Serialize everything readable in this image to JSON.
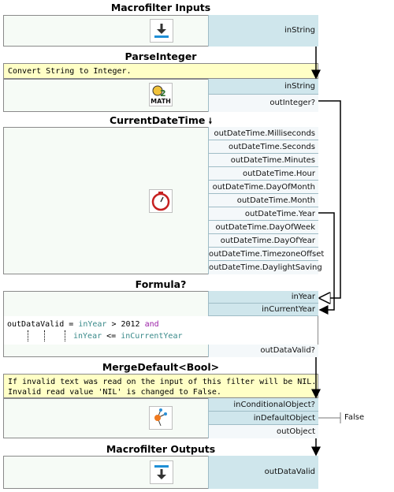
{
  "blocks": {
    "macro_inputs": {
      "title": "Macrofilter Inputs",
      "ports_in": [
        "inString"
      ]
    },
    "parse_integer": {
      "title": "ParseInteger",
      "note": "Convert String to Integer.",
      "icon_text": "MATH",
      "ports_in": [
        "inString"
      ],
      "ports_out": [
        "outInteger?"
      ]
    },
    "current_datetime": {
      "title": "CurrentDateTime",
      "title_arrow": "🠗",
      "ports_out": [
        "outDateTime.Milliseconds",
        "outDateTime.Seconds",
        "outDateTime.Minutes",
        "outDateTime.Hour",
        "outDateTime.DayOfMonth",
        "outDateTime.Month",
        "outDateTime.Year",
        "outDateTime.DayOfWeek",
        "outDateTime.DayOfYear",
        "outDateTime.TimezoneOffset",
        "outDateTime.DaylightSaving"
      ]
    },
    "formula": {
      "title": "Formula?",
      "ports_in": [
        "inYear",
        "inCurrentYear"
      ],
      "code": {
        "line1_var": "outDataValid",
        "line1_eq": " = ",
        "line1_a": "inYear",
        "line1_op": " > 2012 ",
        "line1_kw": "and",
        "line2_a": "inYear",
        "line2_op": " <= ",
        "line2_b": "inCurrentYear"
      },
      "ports_out": [
        "outDataValid?"
      ]
    },
    "merge_default": {
      "title": "MergeDefault<Bool>",
      "note": "If invalid text was read on the input of this filter will be NIL.\nInvalid read value 'NIL' is changed to False.",
      "ports_in": [
        "inConditionalObject?",
        "inDefaultObject"
      ],
      "ports_out": [
        "outObject"
      ],
      "default_value": "False"
    },
    "macro_outputs": {
      "title": "Macrofilter Outputs",
      "ports_out": [
        "outDataValid"
      ]
    }
  },
  "colors": {
    "input_port": "#cfe6ec",
    "note": "#ffffc6",
    "keyword": "#9a1fa6",
    "variable": "#3a8a8a",
    "wire": "#000000"
  }
}
